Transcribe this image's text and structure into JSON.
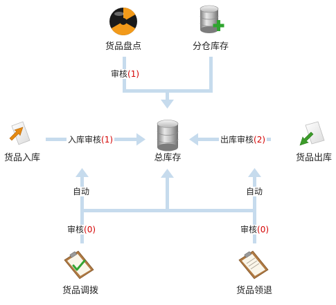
{
  "nodes": {
    "inventory_check": "货品盘点",
    "branch_stock": "分仓库存",
    "total_stock": "总库存",
    "goods_in": "货品入库",
    "goods_out": "货品出库",
    "goods_transfer": "货品调拨",
    "goods_return": "货品领退"
  },
  "edges": {
    "audit_top": {
      "label": "审核",
      "count": "(1)"
    },
    "in_audit": {
      "label": "入库审核",
      "count": "(1)"
    },
    "out_audit": {
      "label": "出库审核",
      "count": "(2)"
    },
    "auto_left": {
      "label": "自动"
    },
    "auto_right": {
      "label": "自动"
    },
    "audit_transfer": {
      "label": "审核",
      "count": "(0)"
    },
    "audit_return": {
      "label": "审核",
      "count": "(0)"
    }
  },
  "colors": {
    "connector": "#c6dbed",
    "count": "#d40000",
    "cylinder": "#9a9a9a",
    "plus": "#2fa52f",
    "import_arrow": "#e58a12",
    "export_arrow": "#3c9c2a",
    "clipboard": "#b07a43",
    "check": "#33a533"
  }
}
